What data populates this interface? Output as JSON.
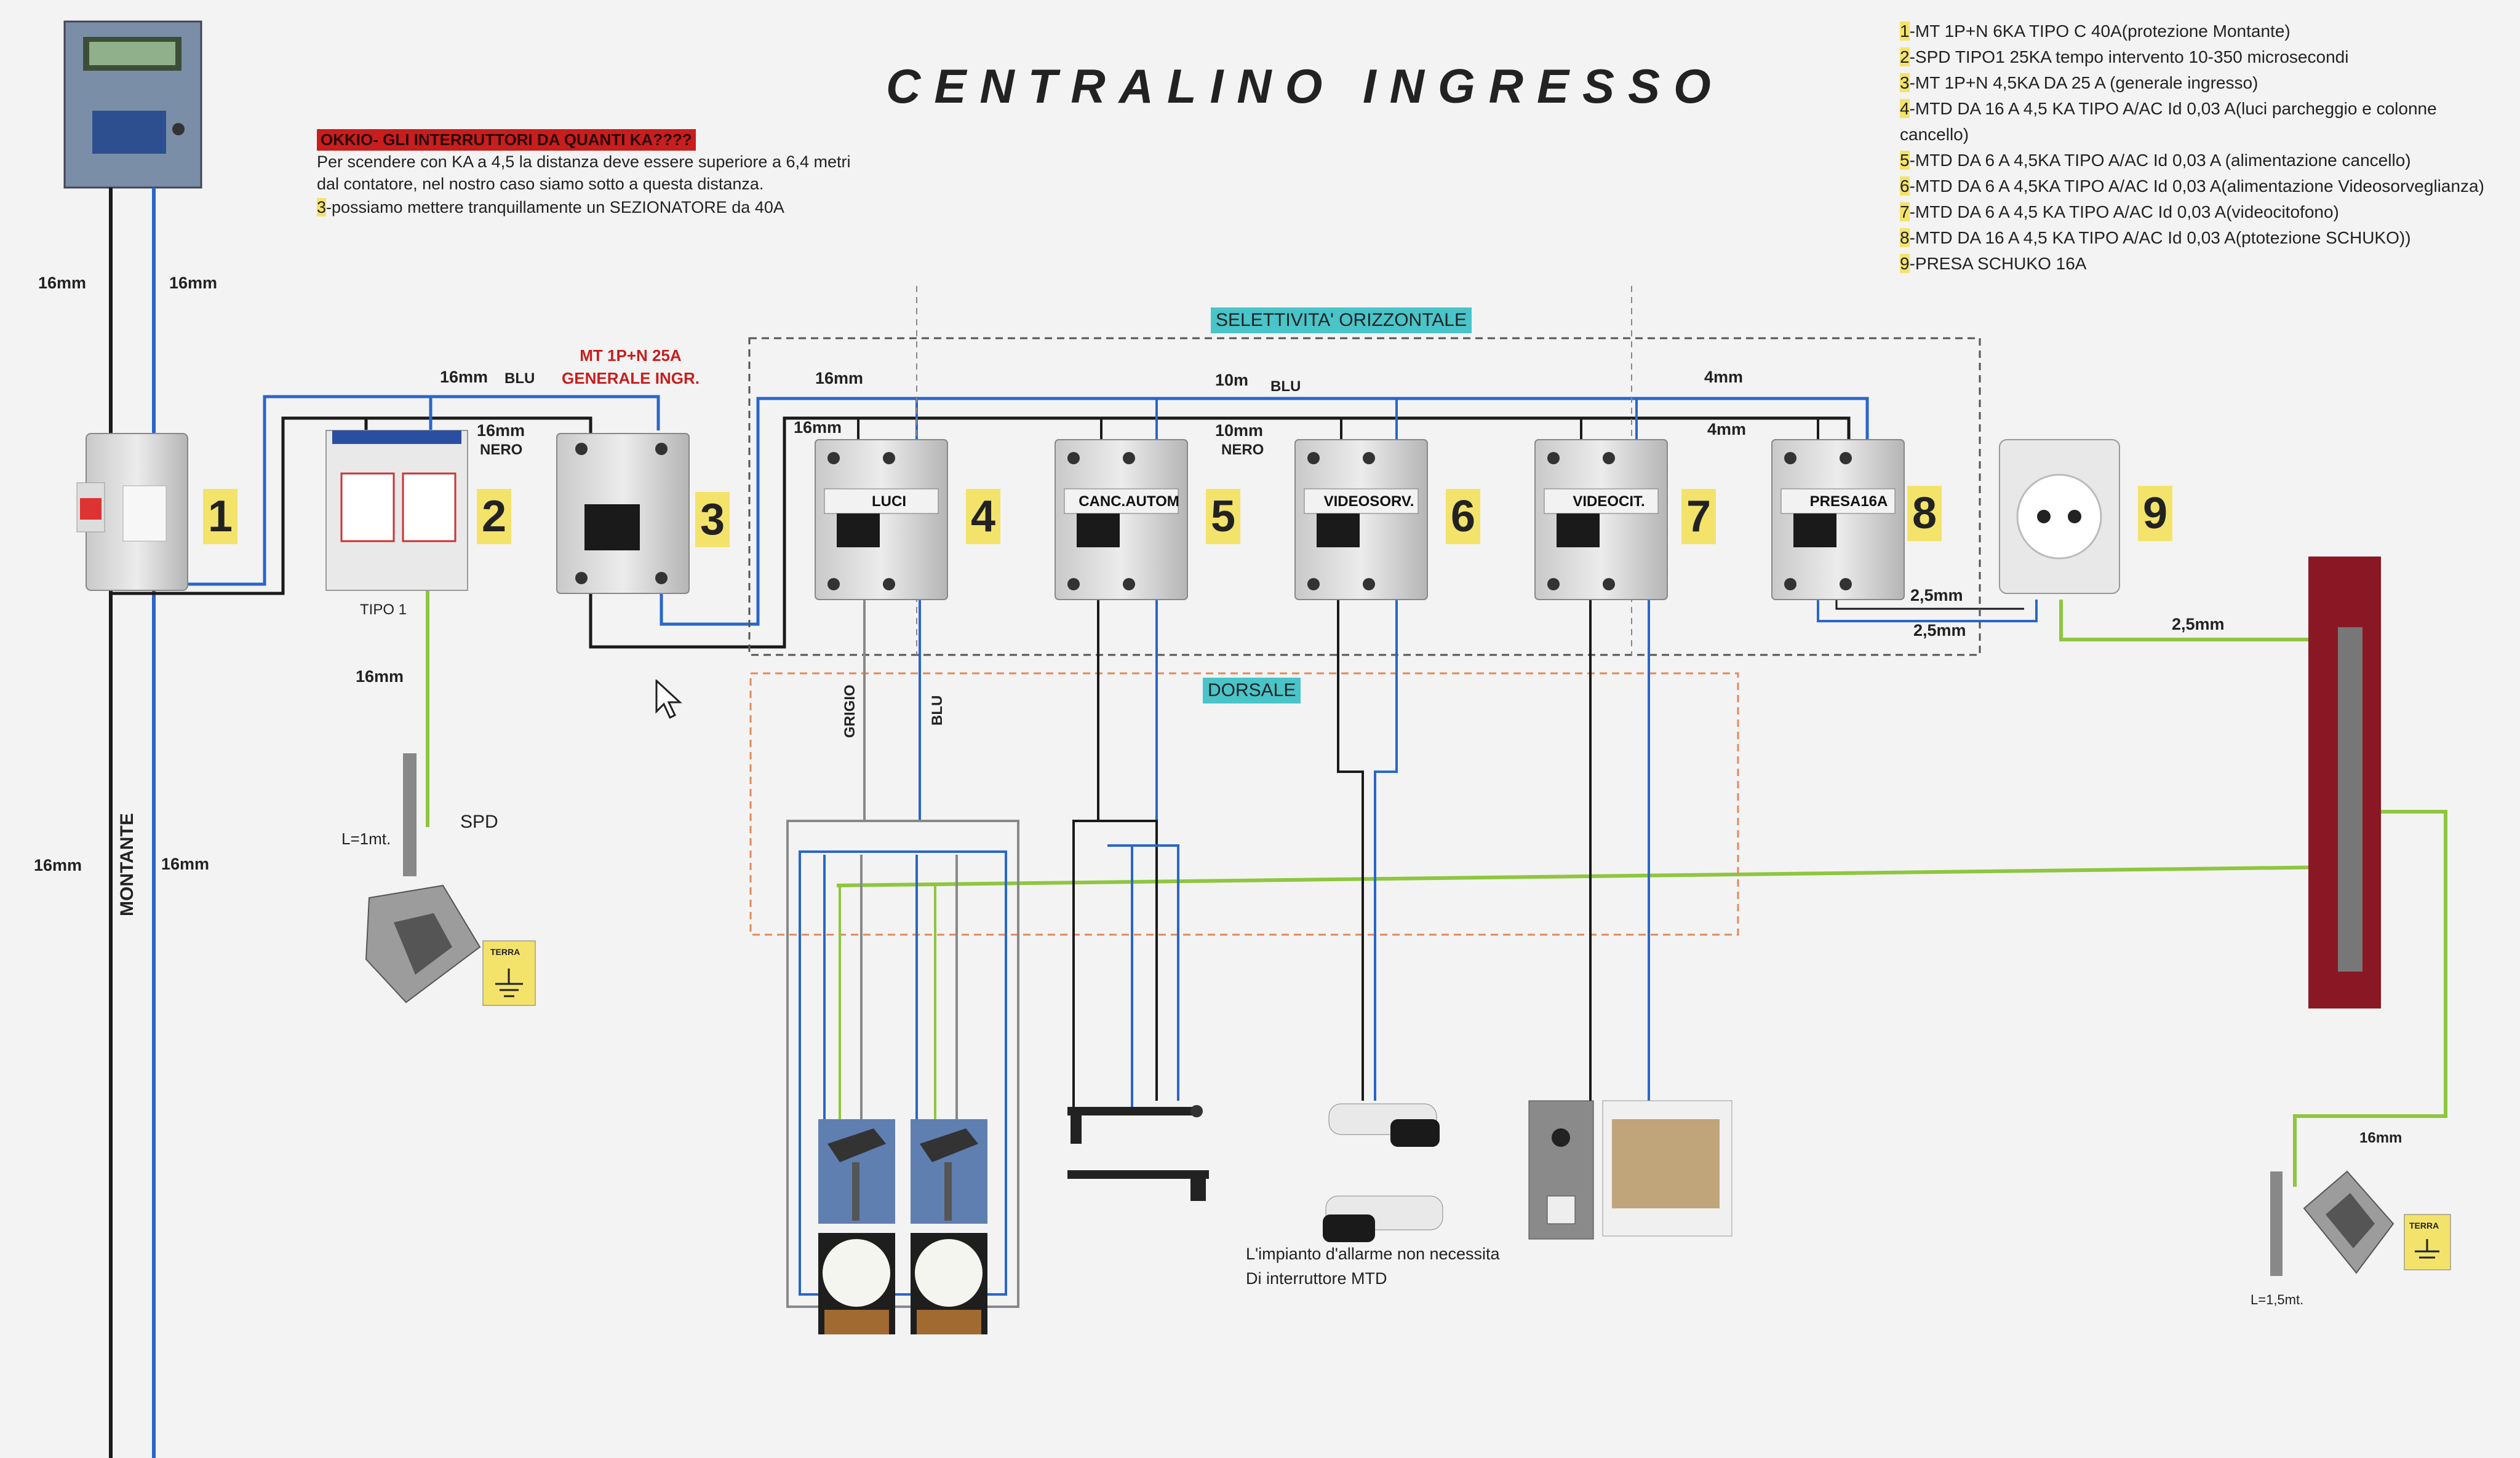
{
  "title": "CENTRALINO INGRESSO",
  "warning": {
    "title": "OKKIO- GLI INTERRUTTORI DA QUANTI KA????",
    "line1": "Per scendere con KA a 4,5 la distanza deve essere superiore a 6,4 metri",
    "line2": "dal contatore, nel nostro caso siamo sotto a questa distanza.",
    "line3_num": "3",
    "line3": "-possiamo mettere tranquillamente un SEZIONATORE da 40A"
  },
  "legend": [
    {
      "num": "1",
      "text": "-MT 1P+N 6KA TIPO C 40A(protezione Montante)"
    },
    {
      "num": "2",
      "text": "-SPD TIPO1 25KA tempo intervento 10-350 microsecondi"
    },
    {
      "num": "3",
      "text": "-MT 1P+N 4,5KA DA 25 A (generale ingresso)"
    },
    {
      "num": "4",
      "text": "-MTD DA 16 A 4,5 KA TIPO A/AC Id 0,03 A(luci parcheggio e colonne cancello)"
    },
    {
      "num": "5",
      "text": "-MTD DA 6 A 4,5KA TIPO A/AC Id 0,03 A (alimentazione cancello)"
    },
    {
      "num": "6",
      "text": "-MTD DA 6 A 4,5KA TIPO A/AC Id 0,03 A(alimentazione Videosorveglianza)"
    },
    {
      "num": "7",
      "text": "-MTD DA 6 A 4,5 KA TIPO A/AC Id 0,03 A(videocitofono)"
    },
    {
      "num": "8",
      "text": "-MTD DA 16 A 4,5 KA TIPO A/AC Id 0,03 A(ptotezione SCHUKO))"
    },
    {
      "num": "9",
      "text": "-PRESA SCHUKO 16A"
    }
  ],
  "zones": {
    "selettivita": "SELETTIVITA' ORIZZONTALE",
    "dorsale": "DORSALE"
  },
  "numbers": [
    "1",
    "2",
    "3",
    "4",
    "5",
    "6",
    "7",
    "8",
    "9"
  ],
  "breaker_labels": {
    "b4": "LUCI",
    "b5": "CANC.AUTOM",
    "b6": "VIDEOSORV.",
    "b7": "VIDEOCIT.",
    "b8": "PRESA16A"
  },
  "main_label": {
    "line1": "MT 1P+N 25A",
    "line2": "GENERALE INGR."
  },
  "wire_labels": {
    "w16_left": "16mm",
    "w16_right": "16mm",
    "w16_blu": "16mm",
    "blu1": "BLU",
    "w16_nero": "16mm",
    "nero1": "NERO",
    "w16_top": "16mm",
    "w16_mid": "16mm",
    "w10_blu": "10m",
    "blu2": "BLU",
    "w10_nero": "10mm",
    "nero2": "NERO",
    "w4_a": "4mm",
    "w4_b": "4mm",
    "w25_a": "2,5mm",
    "w25_b": "2,5mm",
    "w25_c": "2,5mm",
    "w16_spd": "16mm",
    "w16_bl": "16mm",
    "w16_br": "16mm",
    "w16_earth2": "16mm",
    "grigio": "GRIGIO",
    "blu_v": "BLU",
    "montante": "MONTANTE"
  },
  "tipo1": "TIPO 1",
  "spd": "SPD",
  "l1": "L=1mt.",
  "l15": "L=1,5mt.",
  "terra": "TERRA",
  "alarm_note": {
    "line1": "L'impianto d'allarme non necessita",
    "line2": "Di interruttore MTD"
  },
  "colors": {
    "blue_wire": "#2a66c9",
    "black_wire": "#1a1a1a",
    "green_yellow": "#8ec63f",
    "highlight": "#f3e36a",
    "zone_bg": "#49c4c8"
  }
}
